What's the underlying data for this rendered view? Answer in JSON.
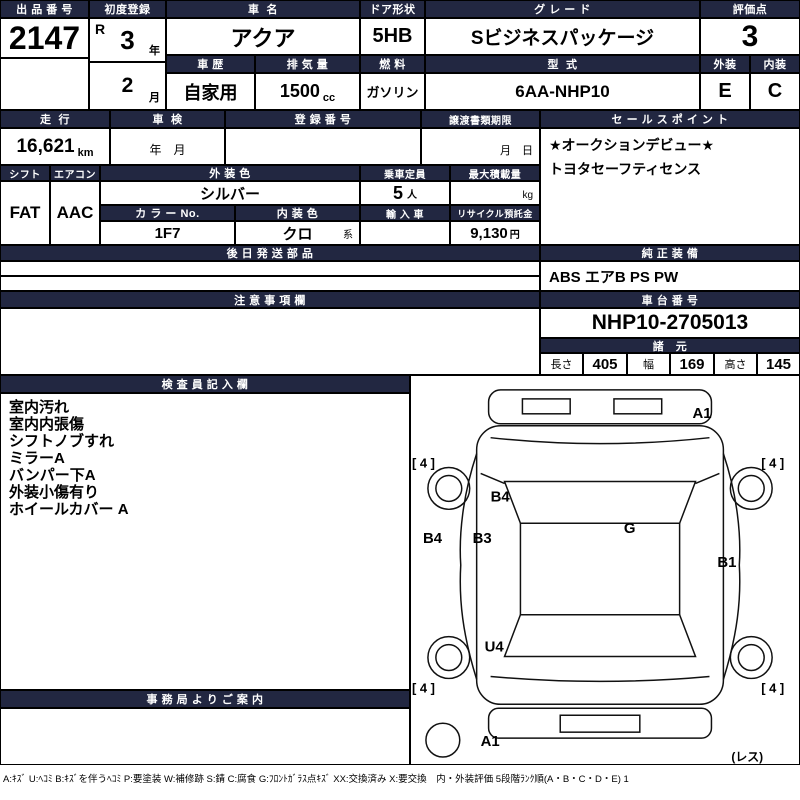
{
  "top": {
    "auction_no": {
      "label": "出 品 番 号",
      "value": "2147"
    },
    "first_reg": {
      "label": "初度登録",
      "era": "R",
      "year": "3",
      "year_unit": "年",
      "month": "2",
      "month_unit": "月"
    },
    "car_name": {
      "label": "車  名",
      "value": "アクア"
    },
    "history": {
      "label": "車 歴",
      "value": "自家用"
    },
    "door": {
      "label": "ドア形状",
      "value": "5HB"
    },
    "displacement": {
      "label": "排 気 量",
      "value": "1500",
      "unit": "cc"
    },
    "fuel": {
      "label": "燃 料",
      "value": "ガソリン"
    },
    "grade": {
      "label": "グ レ ー ド",
      "value": "Sビジネスパッケージ"
    },
    "model": {
      "label": "型  式",
      "value": "6AA-NHP10"
    },
    "score": {
      "label": "評価点",
      "value": "3"
    },
    "exterior": {
      "label": "外装",
      "value": "E"
    },
    "interior": {
      "label": "内装",
      "value": "C"
    }
  },
  "mid": {
    "mileage": {
      "label": "走  行",
      "value": "16,621",
      "unit": "km"
    },
    "inspection": {
      "label": "車  検",
      "value": "年　月"
    },
    "registration_no": {
      "label": "登 録 番 号",
      "value": ""
    },
    "transfer_deadline": {
      "label": "譲渡書類期限",
      "value": "月　日"
    },
    "sales_point": {
      "label": "セ ー ル ス ポ イ ン ト",
      "line1": "★オークションデビュー★",
      "line2": "トヨタセーフティセンス"
    },
    "shift": {
      "label": "シフト",
      "value": "FAT"
    },
    "aircon": {
      "label": "エアコン",
      "value": "AAC"
    },
    "ext_color": {
      "label": "外 装 色",
      "value": "シルバー"
    },
    "capacity": {
      "label": "乗車定員",
      "value": "5",
      "unit": "人"
    },
    "max_load": {
      "label": "最大積載量",
      "unit": "kg"
    },
    "color_no": {
      "label": "カ ラ ー No.",
      "value": "1F7"
    },
    "int_color": {
      "label": "内 装 色",
      "value": "クロ",
      "suffix": "系"
    },
    "import_car": {
      "label": "輸 入 車"
    },
    "recycle": {
      "label": "リサイクル預託金",
      "value": "9,130",
      "unit": "円"
    },
    "later_parts": {
      "label": "後 日 発 送 部 品"
    },
    "genuine": {
      "label": "純 正 装 備",
      "value": "ABS エアB PS PW"
    },
    "caution": {
      "label": "注 意 事 項 欄"
    },
    "chassis": {
      "label": "車 台 番 号",
      "value": "NHP10-2705013"
    },
    "specs": {
      "label": "諸　元",
      "length_label": "長さ",
      "length": "405",
      "width_label": "幅",
      "width": "169",
      "height_label": "高さ",
      "height": "145"
    }
  },
  "inspector": {
    "label": "検 査 員 記 入 欄",
    "notes": [
      "室内汚れ",
      "室内内張傷",
      "シフトノブすれ",
      "ミラーA",
      "バンパー下A",
      "外装小傷有り",
      "ホイールカバー A"
    ]
  },
  "office": {
    "label": "事 務 局 よ り ご 案 内"
  },
  "diagram": {
    "labels": {
      "a1_front": "A1",
      "tire_fl": "[ 4 ]",
      "tire_fr": "[ 4 ]",
      "tire_rl": "[ 4 ]",
      "tire_rr": "[ 4 ]",
      "b4_fender": "B4",
      "b4_side": "B4",
      "b3": "B3",
      "g": "G",
      "b1": "B1",
      "u4": "U4",
      "a1_rear": "A1",
      "spare": "(レス)"
    }
  },
  "legend": "A:ｷｽﾞ U:ﾍｺﾐ B:ｷｽﾞを伴うﾍｺﾐ P:要塗装 W:補修跡 S:錆 C:腐食 G:ﾌﾛﾝﾄｶﾞﾗｽ点ｷｽﾞ XX:交換済み X:要交換　内・外装評価 5段階ﾗﾝｸ順(A・B・C・D・E) 1",
  "colors": {
    "header_bg": "#222741",
    "border": "#000000"
  }
}
